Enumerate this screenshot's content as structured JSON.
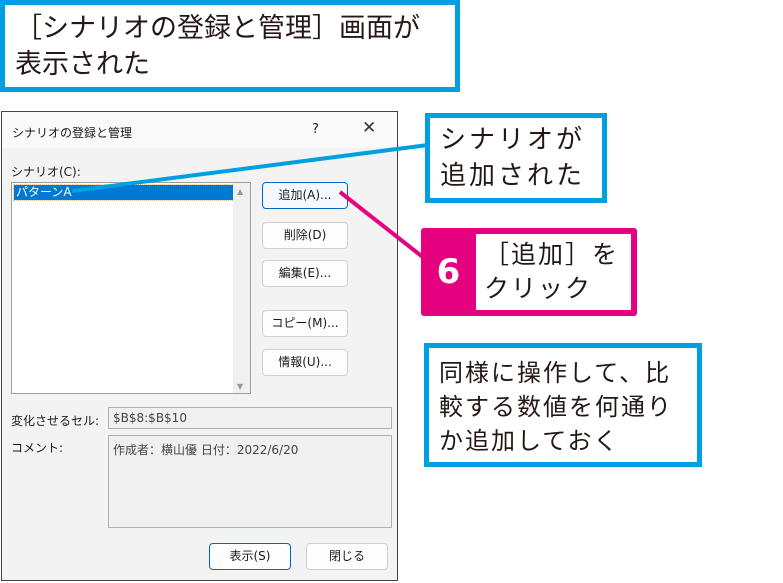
{
  "callouts": {
    "title": "［シナリオの登録と管理］画面が表示された",
    "added": "シナリオが追加された",
    "step": {
      "number": "6",
      "text": "［追加］をクリック"
    },
    "same": "同様に操作して、比較する数値を何通りか追加しておく"
  },
  "dialog": {
    "title": "シナリオの登録と管理",
    "help": "?",
    "close": "✕",
    "scenario_label": "シナリオ(C):",
    "scenarios": [
      "パターンA"
    ],
    "buttons": {
      "add": "追加(A)...",
      "delete": "削除(D)",
      "edit": "編集(E)...",
      "copy": "コピー(M)...",
      "info": "情報(U)..."
    },
    "changing_cells_label": "変化させるセル:",
    "changing_cells_value": "$B$8:$B$10",
    "comment_label": "コメント:",
    "comment_value": "作成者：横山優 日付：2022/6/20",
    "show_button": "表示(S)",
    "close_button": "閉じる"
  },
  "colors": {
    "callout_blue": "#00a0e0",
    "step_magenta": "#e4007f",
    "selection": "#0078d4"
  }
}
